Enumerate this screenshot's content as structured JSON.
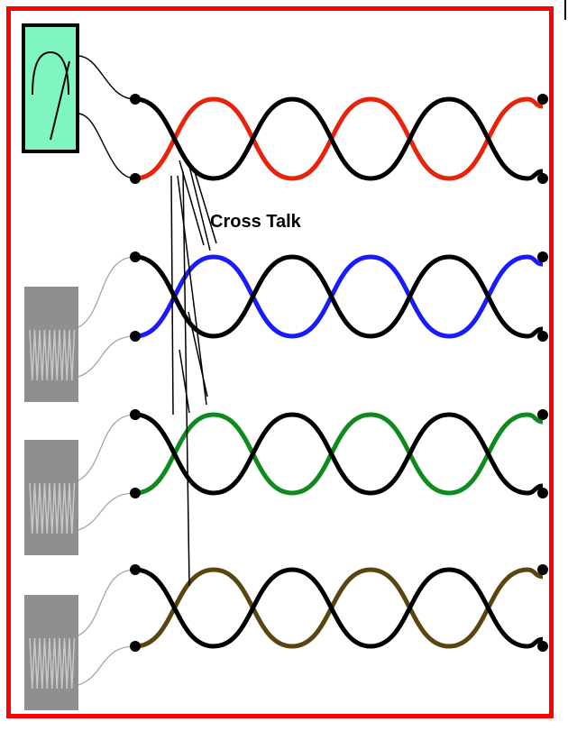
{
  "annotation": {
    "label": "Cross Talk"
  },
  "colors": {
    "frame": "#ff0000",
    "meter_fill": "#7ff5c0",
    "generator_fill": "#8f8f8f",
    "generator_wave": "#c8c8c8",
    "black_wire": "#000000"
  },
  "pairs": [
    {
      "id": "pair-1-red",
      "color": "#e8230c",
      "source": "meter"
    },
    {
      "id": "pair-2-blue",
      "color": "#1a1aff",
      "source": "generator"
    },
    {
      "id": "pair-3-green",
      "color": "#0e8a1e",
      "source": "generator"
    },
    {
      "id": "pair-4-brown",
      "color": "#5a4410",
      "source": "generator"
    }
  ],
  "icons": {
    "meter": "analog-meter-icon",
    "generator": "signal-generator-icon"
  }
}
